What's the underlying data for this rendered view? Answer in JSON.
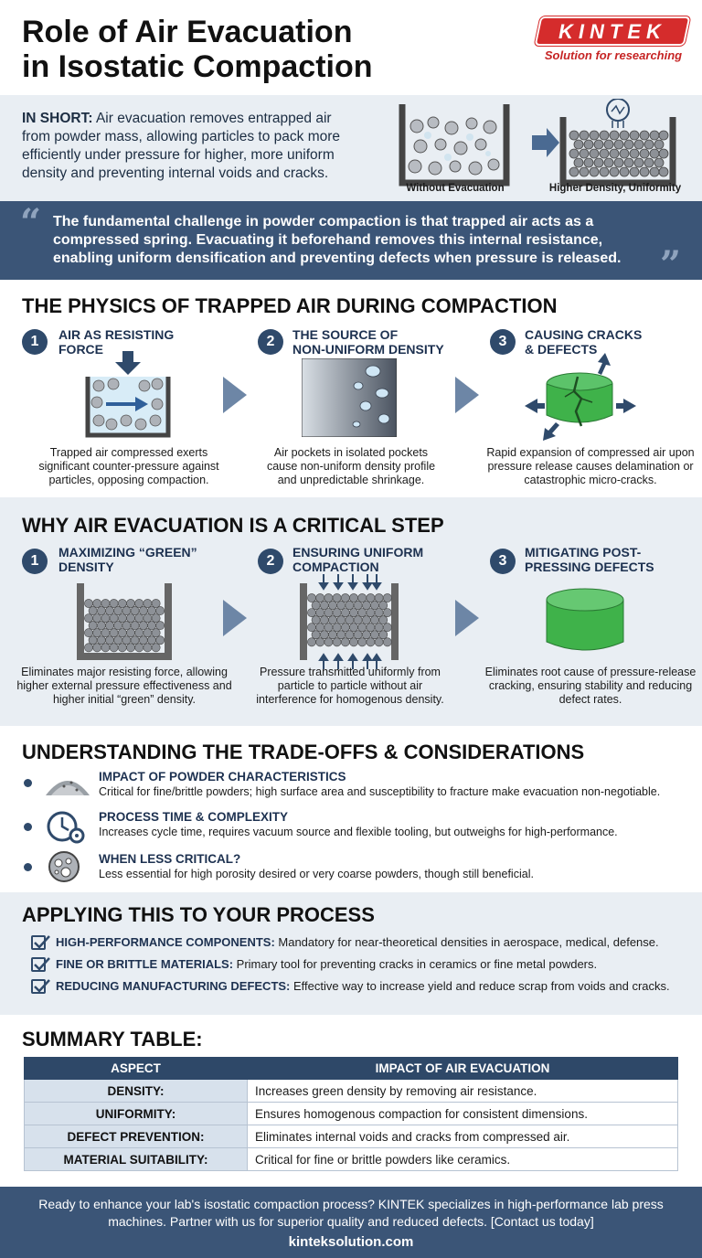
{
  "header": {
    "title_line1": "Role of Air Evacuation",
    "title_line2": "in Isostatic Compaction",
    "logo_text": "KINTEK",
    "logo_tagline": "Solution for researching",
    "brand_color": "#d52c2c"
  },
  "in_short": {
    "label": "IN SHORT:",
    "text": "Air evacuation removes entrapped air from powder mass, allowing particles to pack more efficiently under pressure for higher, more uniform density and preventing internal voids and cracks.",
    "caption_left": "Without Evacuation",
    "caption_right": "Higher Density, Uniformity"
  },
  "quote": {
    "text": "The fundamental challenge in powder compaction is that trapped air acts as a compressed spring. Evacuating it beforehand removes this internal resistance, enabling uniform densification and preventing defects when pressure is released."
  },
  "physics": {
    "heading": "THE PHYSICS OF TRAPPED AIR DURING COMPACTION",
    "steps": [
      {
        "num": "1",
        "title_line1": "AIR AS RESISTING",
        "title_line2": "FORCE",
        "desc": "Trapped air compressed exerts significant counter-pressure against particles, opposing compaction."
      },
      {
        "num": "2",
        "title_line1": "THE SOURCE OF",
        "title_line2": "NON-UNIFORM DENSITY",
        "desc": "Air pockets in isolated pockets cause non-uniform density profile and unpredictable shrinkage."
      },
      {
        "num": "3",
        "title_line1": "CAUSING CRACKS",
        "title_line2": "& DEFECTS",
        "desc": "Rapid expansion of compressed air upon pressure release causes delamination or catastrophic micro-cracks."
      }
    ]
  },
  "why": {
    "heading": "WHY AIR EVACUATION IS A CRITICAL STEP",
    "steps": [
      {
        "num": "1",
        "title_line1": "MAXIMIZING “GREEN”",
        "title_line2": "DENSITY",
        "desc": "Eliminates major resisting force, allowing higher external pressure effectiveness and higher initial “green” density."
      },
      {
        "num": "2",
        "title_line1": "ENSURING UNIFORM",
        "title_line2": "COMPACTION",
        "desc": "Pressure transmitted uniformly from particle to particle without air interference for homogenous density."
      },
      {
        "num": "3",
        "title_line1": "MITIGATING POST-",
        "title_line2": "PRESSING DEFECTS",
        "desc": "Eliminates root cause of pressure-release cracking, ensuring stability and reducing defect rates."
      }
    ]
  },
  "tradeoffs": {
    "heading": "UNDERSTANDING THE TRADE-OFFS & CONSIDERATIONS",
    "items": [
      {
        "title": "IMPACT OF POWDER CHARACTERISTICS",
        "desc": "Critical for fine/brittle powders; high surface area and susceptibility to fracture make evacuation non-negotiable.",
        "icon": "powder-pile-icon"
      },
      {
        "title": "PROCESS TIME & COMPLEXITY",
        "desc": "Increases cycle time, requires vacuum source and flexible tooling, but outweighs for high-performance.",
        "icon": "clock-gear-icon"
      },
      {
        "title": "WHEN LESS CRITICAL?",
        "desc": "Less essential for high porosity desired or very coarse powders, though still beneficial.",
        "icon": "coarse-particles-icon"
      }
    ]
  },
  "applying": {
    "heading": "APPLYING THIS TO YOUR PROCESS",
    "items": [
      {
        "title": "HIGH-PERFORMANCE COMPONENTS:",
        "text": " Mandatory for near-theoretical densities in aerospace, medical, defense."
      },
      {
        "title": "FINE OR BRITTLE MATERIALS:",
        "text": " Primary tool for preventing cracks in ceramics or fine metal powders."
      },
      {
        "title": "REDUCING MANUFACTURING DEFECTS:",
        "text": " Effective way to increase yield and reduce scrap from voids and cracks."
      }
    ]
  },
  "summary": {
    "heading": "SUMMARY TABLE:",
    "col1": "ASPECT",
    "col2": "IMPACT OF AIR EVACUATION",
    "rows": [
      {
        "aspect": "DENSITY:",
        "impact": "Increases green density by removing air resistance."
      },
      {
        "aspect": "UNIFORMITY:",
        "impact": "Ensures homogenous compaction for consistent dimensions."
      },
      {
        "aspect": "DEFECT PREVENTION:",
        "impact": "Eliminates internal voids and cracks from compressed air."
      },
      {
        "aspect": "MATERIAL SUITABILITY:",
        "impact": "Critical for fine or brittle powders like ceramics."
      }
    ]
  },
  "footer": {
    "text": "Ready to enhance your lab's isostatic compaction process? KINTEK specializes in high-performance lab press machines. Partner with us for superior quality and reduced defects. [Contact us today]",
    "url": "kinteksolution.com"
  },
  "colors": {
    "navy": "#2f4a6b",
    "light_bg": "#e9eef3",
    "green": "#3fb24a"
  }
}
